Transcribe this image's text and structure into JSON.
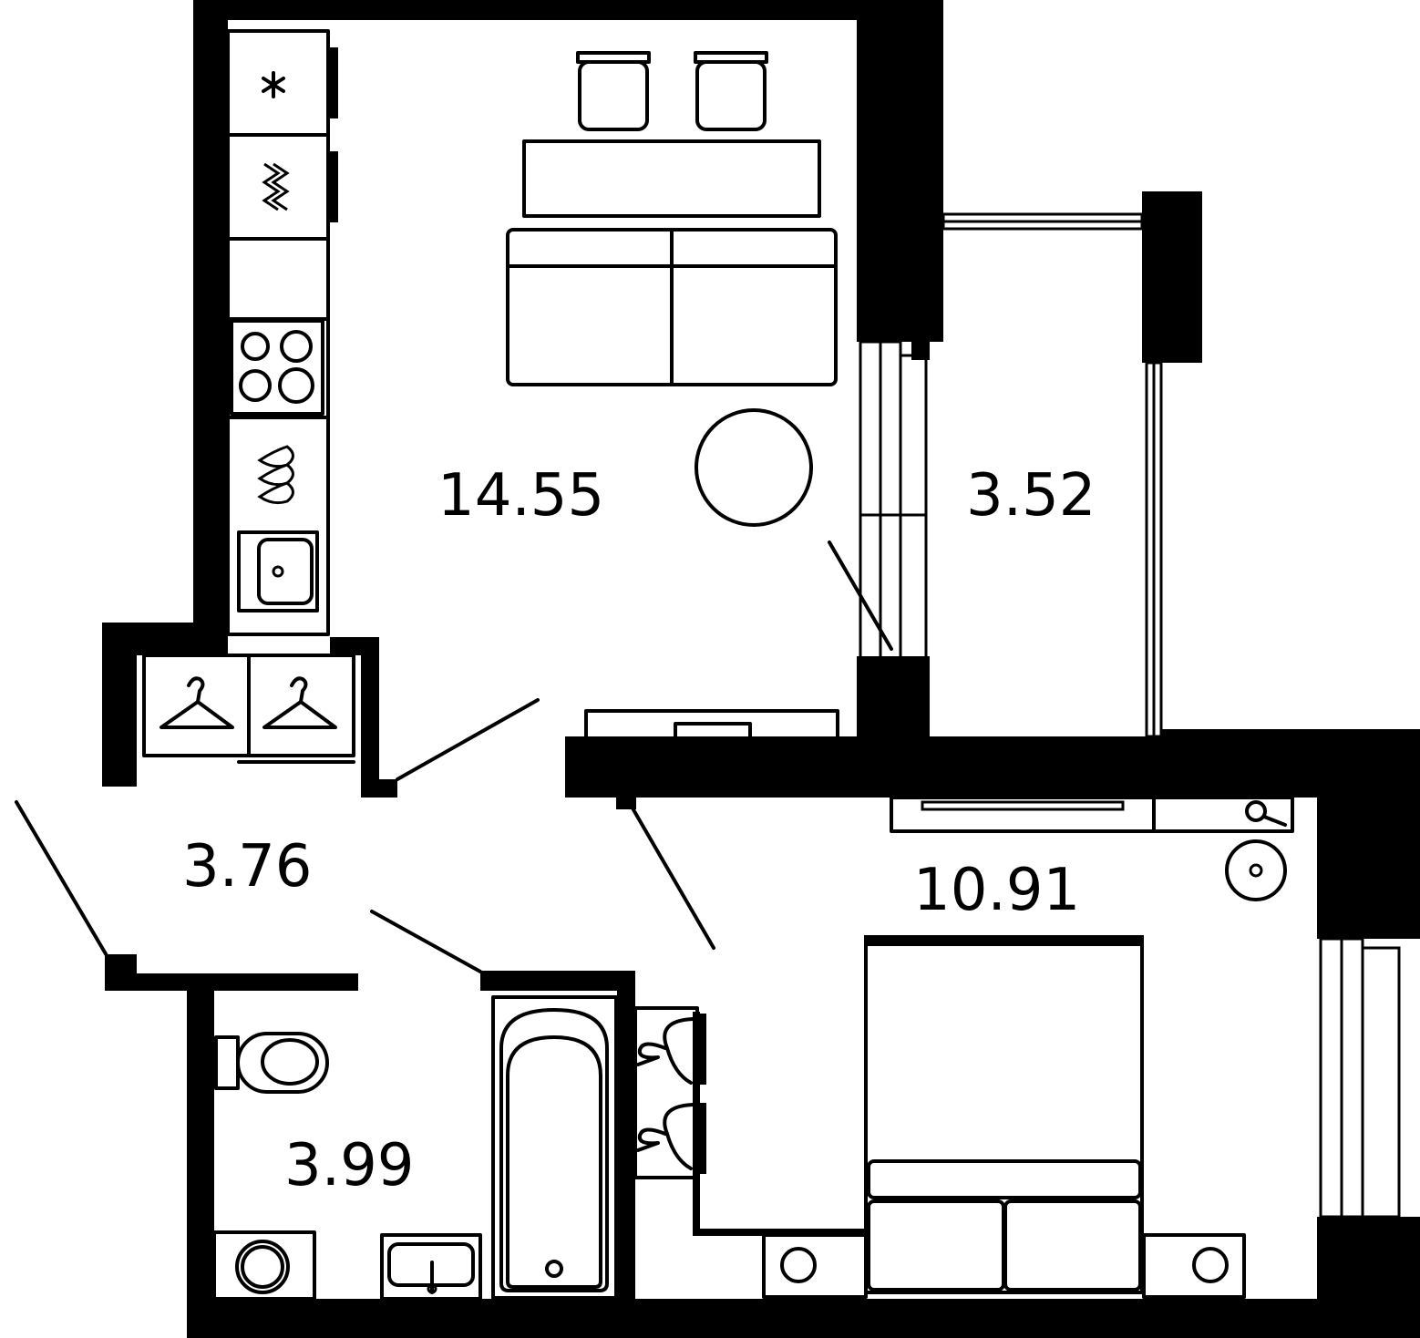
{
  "rooms": {
    "living": {
      "area": "14.55"
    },
    "balcony": {
      "area": "3.52"
    },
    "hall": {
      "area": "3.76"
    },
    "bedroom": {
      "area": "10.91"
    },
    "bathroom": {
      "area": "3.99"
    }
  },
  "colors": {
    "wall": "#000000",
    "background": "#ffffff",
    "line": "#000000"
  },
  "icons": [
    "snowflake-icon",
    "heat-waves-icon",
    "stove-icon",
    "water-drops-icon",
    "sink-icon",
    "hanger-icon",
    "toilet-icon",
    "bathtub-icon",
    "washbasin-icon",
    "lamp-icon",
    "hair-dryer-icon"
  ]
}
